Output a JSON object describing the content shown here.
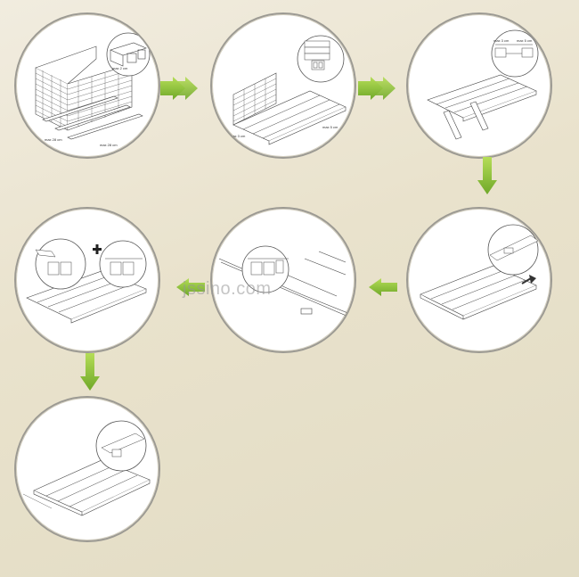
{
  "watermark": "jssino.com",
  "steps": [
    {
      "id": 1,
      "labels": [
        "max 2 cm",
        "max 28 cm",
        "max 28 cm"
      ]
    },
    {
      "id": 2,
      "labels": [
        "max 3 cm",
        "max 5 cm"
      ]
    },
    {
      "id": 3,
      "labels": [
        "max 3 cm",
        "max 5 cm"
      ]
    },
    {
      "id": 4,
      "labels": []
    },
    {
      "id": 5,
      "labels": []
    },
    {
      "id": 6,
      "labels": []
    },
    {
      "id": 7,
      "labels": []
    }
  ],
  "colors": {
    "arrow": "#8cc63f",
    "line": "#444444",
    "circle_border": "#9c9a93"
  }
}
